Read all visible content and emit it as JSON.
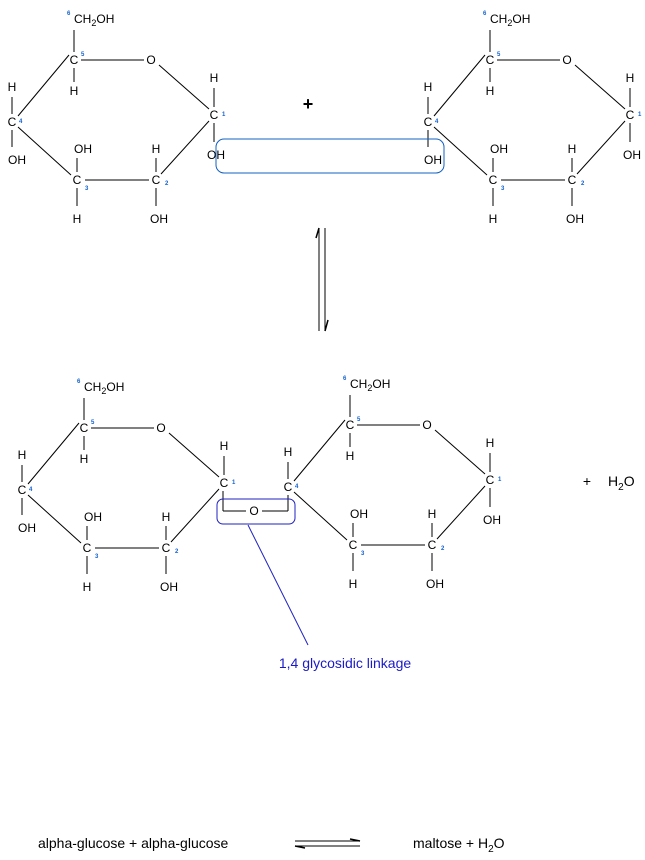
{
  "title": "Condensation of two alpha-glucose molecules to form maltose",
  "atoms": {
    "carbon": "C",
    "oxygen": "O",
    "hydrogen": "H",
    "hydroxyl": "OH",
    "ch2oh_prefix": "CH",
    "ch2oh_sub": "2",
    "ch2oh_suffix": "OH"
  },
  "carbon_numbers": [
    "1",
    "2",
    "3",
    "4",
    "5",
    "6"
  ],
  "reactants": {
    "molecule_1": "alpha-glucose",
    "molecule_2": "alpha-glucose",
    "plus": "+"
  },
  "products": {
    "plus": "+",
    "water_prefix": "H",
    "water_sub": "2",
    "water_suffix": "O"
  },
  "annotation": {
    "linkage_label": "1,4 glycosidic linkage"
  },
  "word_equation": {
    "left": "alpha-glucose + alpha-glucose",
    "right_prefix": "maltose + H",
    "right_sub": "2",
    "right_suffix": "O"
  },
  "colors": {
    "reaction_box": "#1060c0",
    "linkage_box": "#2020c0",
    "carbon_number": "#1060d0",
    "label": "#1a1ac8"
  }
}
